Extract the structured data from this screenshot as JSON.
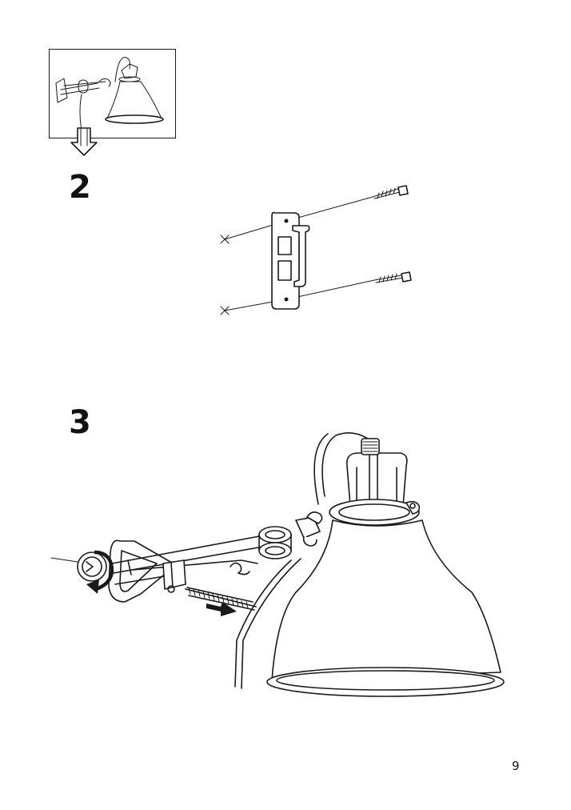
{
  "steps": [
    {
      "number": "2"
    },
    {
      "number": "3"
    }
  ],
  "page": {
    "number": "9"
  },
  "icons": {
    "reference": "lamp-reference-thumbnail",
    "arrow": "down-arrow-icon",
    "screw": "screw-icon",
    "bracket": "wall-bracket-icon",
    "lamp": "clamp-lamp-icon",
    "rotate": "rotate-arrow-icon",
    "slide": "slide-arrow-icon"
  }
}
